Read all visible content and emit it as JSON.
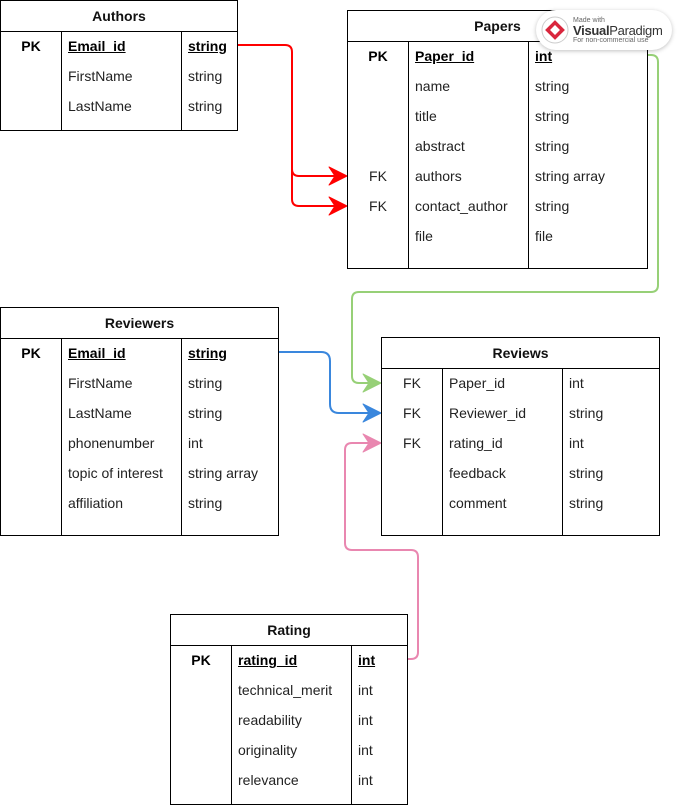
{
  "entities": {
    "authors": {
      "title": "Authors",
      "rows": [
        {
          "key": "PK",
          "name": "Email_id",
          "type": "string"
        },
        {
          "key": "",
          "name": "FirstName",
          "type": "string"
        },
        {
          "key": "",
          "name": "LastName",
          "type": "string"
        }
      ]
    },
    "papers": {
      "title": "Papers",
      "rows": [
        {
          "key": "PK",
          "name": "Paper_id",
          "type": "int"
        },
        {
          "key": "",
          "name": "name",
          "type": "string"
        },
        {
          "key": "",
          "name": "title",
          "type": "string"
        },
        {
          "key": "",
          "name": "abstract",
          "type": "string"
        },
        {
          "key": "FK",
          "name": "authors",
          "type": "string array"
        },
        {
          "key": "FK",
          "name": "contact_author",
          "type": "string"
        },
        {
          "key": "",
          "name": "file",
          "type": "file"
        }
      ]
    },
    "reviewers": {
      "title": "Reviewers",
      "rows": [
        {
          "key": "PK",
          "name": "Email_id",
          "type": "string"
        },
        {
          "key": "",
          "name": "FirstName",
          "type": "string"
        },
        {
          "key": "",
          "name": "LastName",
          "type": "string"
        },
        {
          "key": "",
          "name": "phonenumber",
          "type": "int"
        },
        {
          "key": "",
          "name": "topic of interest",
          "type": "string array"
        },
        {
          "key": "",
          "name": "affiliation",
          "type": "string"
        }
      ]
    },
    "reviews": {
      "title": "Reviews",
      "rows": [
        {
          "key": "FK",
          "name": "Paper_id",
          "type": "int"
        },
        {
          "key": "FK",
          "name": "Reviewer_id",
          "type": "string"
        },
        {
          "key": "FK",
          "name": "rating_id",
          "type": "int"
        },
        {
          "key": "",
          "name": "feedback",
          "type": "string"
        },
        {
          "key": "",
          "name": "comment",
          "type": "string"
        }
      ]
    },
    "rating": {
      "title": "Rating",
      "rows": [
        {
          "key": "PK",
          "name": "rating_id",
          "type": "int"
        },
        {
          "key": "",
          "name": "technical_merit",
          "type": "int"
        },
        {
          "key": "",
          "name": "readability",
          "type": "int"
        },
        {
          "key": "",
          "name": "originality",
          "type": "int"
        },
        {
          "key": "",
          "name": "relevance",
          "type": "int"
        }
      ]
    }
  },
  "colors": {
    "authors_to_papers": "#ff0000",
    "papers_to_reviews": "#97d077",
    "reviewers_to_reviews": "#3a87dd",
    "rating_to_reviews": "#e987b0"
  },
  "watermark": {
    "line1": "Made with",
    "brand_a": "Visual",
    "brand_b": "Paradigm",
    "line3": "For non-commercial use"
  }
}
